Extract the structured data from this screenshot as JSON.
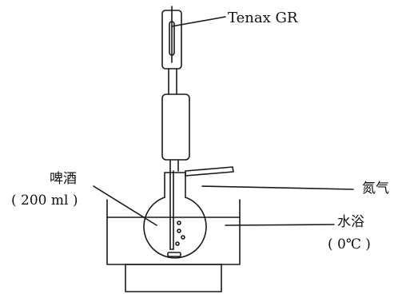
{
  "labels": {
    "tenax": "Tenax GR",
    "beer": "啤酒",
    "beer_volume": "( 200 ml )",
    "nitrogen": "氮气",
    "water_bath": "水浴",
    "bath_temp": "( 0℃ )"
  },
  "colors": {
    "line": "#1a1a1a",
    "background": "#ffffff"
  }
}
